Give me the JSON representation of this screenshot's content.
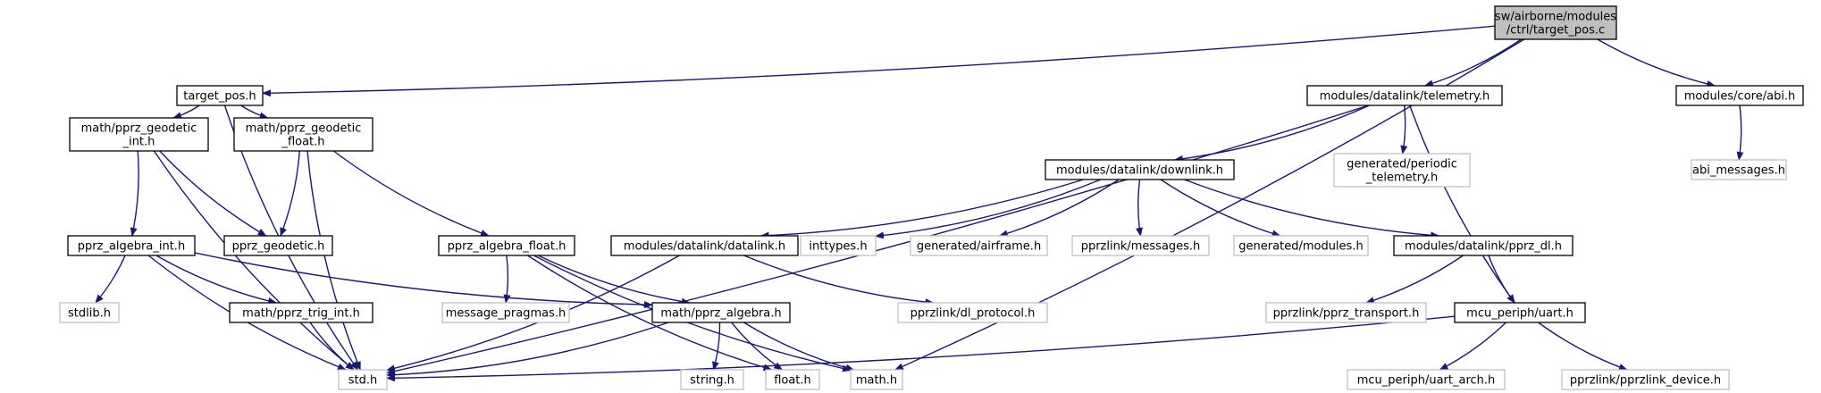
{
  "colors": {
    "edge": "#191970",
    "box_border": "#000000",
    "missing_border": "#bfbfbf",
    "root_fill": "#bfbfbf",
    "node_fill": "#ffffff"
  },
  "nodes": [
    {
      "id": "root",
      "lines": [
        "sw/airborne/modules",
        "/ctrl/target_pos.c"
      ],
      "style": "root"
    },
    {
      "id": "target_pos_h",
      "lines": [
        "target_pos.h"
      ],
      "style": "normal"
    },
    {
      "id": "telemetry_h",
      "lines": [
        "modules/datalink/telemetry.h"
      ],
      "style": "normal"
    },
    {
      "id": "abi_h",
      "lines": [
        "modules/core/abi.h"
      ],
      "style": "normal"
    },
    {
      "id": "geodetic_int_h",
      "lines": [
        "math/pprz_geodetic",
        "_int.h"
      ],
      "style": "normal"
    },
    {
      "id": "geodetic_float_h",
      "lines": [
        "math/pprz_geodetic",
        "_float.h"
      ],
      "style": "normal"
    },
    {
      "id": "downlink_h",
      "lines": [
        "modules/datalink/downlink.h"
      ],
      "style": "normal"
    },
    {
      "id": "periodic_telemetry_h",
      "lines": [
        "generated/periodic",
        "_telemetry.h"
      ],
      "style": "missing"
    },
    {
      "id": "abi_messages_h",
      "lines": [
        "abi_messages.h"
      ],
      "style": "missing"
    },
    {
      "id": "algebra_int_h",
      "lines": [
        "pprz_algebra_int.h"
      ],
      "style": "normal"
    },
    {
      "id": "pprz_geodetic_h",
      "lines": [
        "pprz_geodetic.h"
      ],
      "style": "normal"
    },
    {
      "id": "algebra_float_h",
      "lines": [
        "pprz_algebra_float.h"
      ],
      "style": "normal"
    },
    {
      "id": "datalink_h",
      "lines": [
        "modules/datalink/datalink.h"
      ],
      "style": "normal"
    },
    {
      "id": "inttypes_h",
      "lines": [
        "inttypes.h"
      ],
      "style": "missing"
    },
    {
      "id": "airframe_h",
      "lines": [
        "generated/airframe.h"
      ],
      "style": "missing"
    },
    {
      "id": "messages_h",
      "lines": [
        "pprzlink/messages.h"
      ],
      "style": "missing"
    },
    {
      "id": "modules_h",
      "lines": [
        "generated/modules.h"
      ],
      "style": "missing"
    },
    {
      "id": "pprz_dl_h",
      "lines": [
        "modules/datalink/pprz_dl.h"
      ],
      "style": "normal"
    },
    {
      "id": "stdlib_h",
      "lines": [
        "stdlib.h"
      ],
      "style": "missing"
    },
    {
      "id": "trig_int_h",
      "lines": [
        "math/pprz_trig_int.h"
      ],
      "style": "normal"
    },
    {
      "id": "message_pragmas_h",
      "lines": [
        "message_pragmas.h"
      ],
      "style": "missing"
    },
    {
      "id": "pprz_algebra_h",
      "lines": [
        "math/pprz_algebra.h"
      ],
      "style": "normal"
    },
    {
      "id": "dl_protocol_h",
      "lines": [
        "pprzlink/dl_protocol.h"
      ],
      "style": "missing"
    },
    {
      "id": "pprz_transport_h",
      "lines": [
        "pprzlink/pprz_transport.h"
      ],
      "style": "missing"
    },
    {
      "id": "uart_h",
      "lines": [
        "mcu_periph/uart.h"
      ],
      "style": "normal"
    },
    {
      "id": "std_h",
      "lines": [
        "std.h"
      ],
      "style": "missing"
    },
    {
      "id": "string_h",
      "lines": [
        "string.h"
      ],
      "style": "missing"
    },
    {
      "id": "float_h",
      "lines": [
        "float.h"
      ],
      "style": "missing"
    },
    {
      "id": "math_h",
      "lines": [
        "math.h"
      ],
      "style": "missing"
    },
    {
      "id": "uart_arch_h",
      "lines": [
        "mcu_periph/uart_arch.h"
      ],
      "style": "missing"
    },
    {
      "id": "pprzlink_device_h",
      "lines": [
        "pprzlink/pprzlink_device.h"
      ],
      "style": "missing"
    }
  ],
  "edges": [
    [
      "root",
      "target_pos_h"
    ],
    [
      "root",
      "telemetry_h"
    ],
    [
      "root",
      "abi_h"
    ],
    [
      "root",
      "math_h"
    ],
    [
      "target_pos_h",
      "geodetic_int_h"
    ],
    [
      "target_pos_h",
      "geodetic_float_h"
    ],
    [
      "target_pos_h",
      "std_h"
    ],
    [
      "telemetry_h",
      "downlink_h"
    ],
    [
      "telemetry_h",
      "periodic_telemetry_h"
    ],
    [
      "telemetry_h",
      "uart_h"
    ],
    [
      "telemetry_h",
      "std_h"
    ],
    [
      "abi_h",
      "abi_messages_h"
    ],
    [
      "geodetic_int_h",
      "algebra_int_h"
    ],
    [
      "geodetic_int_h",
      "pprz_geodetic_h"
    ],
    [
      "geodetic_int_h",
      "std_h"
    ],
    [
      "geodetic_float_h",
      "pprz_geodetic_h"
    ],
    [
      "geodetic_float_h",
      "algebra_float_h"
    ],
    [
      "geodetic_float_h",
      "std_h"
    ],
    [
      "downlink_h",
      "datalink_h"
    ],
    [
      "downlink_h",
      "inttypes_h"
    ],
    [
      "downlink_h",
      "airframe_h"
    ],
    [
      "downlink_h",
      "messages_h"
    ],
    [
      "downlink_h",
      "modules_h"
    ],
    [
      "downlink_h",
      "pprz_dl_h"
    ],
    [
      "algebra_int_h",
      "stdlib_h"
    ],
    [
      "algebra_int_h",
      "trig_int_h"
    ],
    [
      "algebra_int_h",
      "pprz_algebra_h"
    ],
    [
      "algebra_int_h",
      "std_h"
    ],
    [
      "algebra_float_h",
      "message_pragmas_h"
    ],
    [
      "algebra_float_h",
      "pprz_algebra_h"
    ],
    [
      "algebra_float_h",
      "float_h"
    ],
    [
      "algebra_float_h",
      "math_h"
    ],
    [
      "datalink_h",
      "dl_protocol_h"
    ],
    [
      "datalink_h",
      "std_h"
    ],
    [
      "pprz_dl_h",
      "pprz_transport_h"
    ],
    [
      "pprz_dl_h",
      "uart_h"
    ],
    [
      "trig_int_h",
      "std_h"
    ],
    [
      "pprz_algebra_h",
      "string_h"
    ],
    [
      "pprz_algebra_h",
      "float_h"
    ],
    [
      "pprz_algebra_h",
      "math_h"
    ],
    [
      "pprz_algebra_h",
      "std_h"
    ],
    [
      "uart_h",
      "std_h"
    ],
    [
      "uart_h",
      "uart_arch_h"
    ],
    [
      "uart_h",
      "pprzlink_device_h"
    ]
  ]
}
